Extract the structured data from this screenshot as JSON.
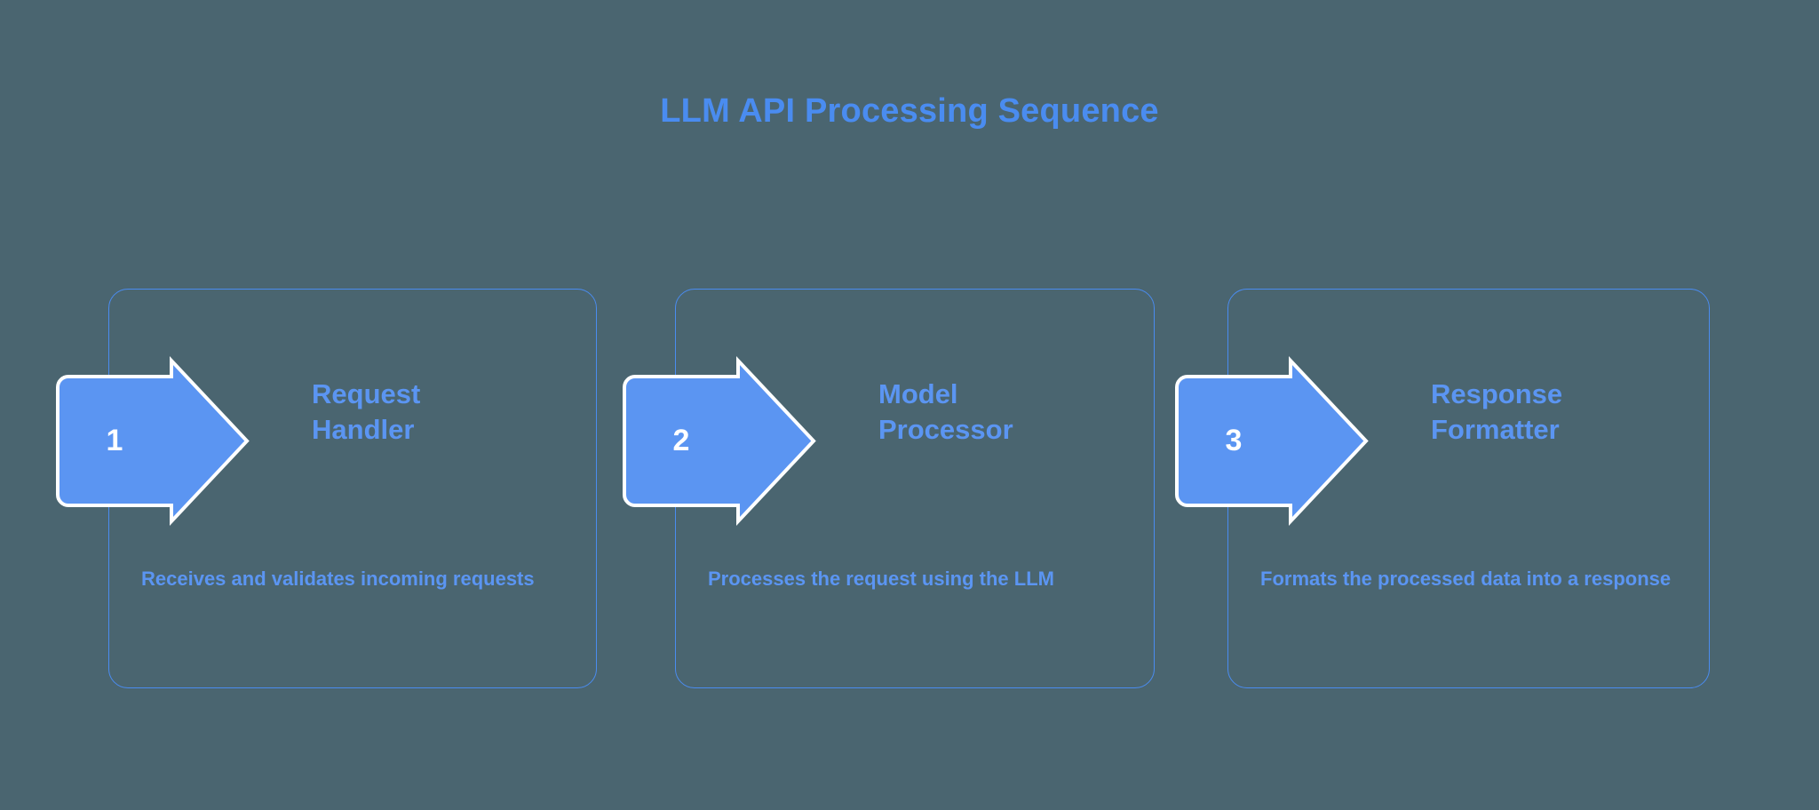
{
  "diagram": {
    "title": "LLM API Processing Sequence",
    "type": "sequence-flow",
    "background_color": "#4a6570",
    "accent_color": "#4a8cf0",
    "arrow_fill_color": "#5b95f2",
    "arrow_stroke_color": "#ffffff",
    "number_text_color": "#ffffff"
  },
  "steps": [
    {
      "number": "1",
      "title_line1": "Request",
      "title_line2": "Handler",
      "description": "Receives and validates incoming requests"
    },
    {
      "number": "2",
      "title_line1": "Model",
      "title_line2": "Processor",
      "description": "Processes the request using the LLM"
    },
    {
      "number": "3",
      "title_line1": "Response",
      "title_line2": "Formatter",
      "description": "Formats the processed data into a response"
    }
  ]
}
